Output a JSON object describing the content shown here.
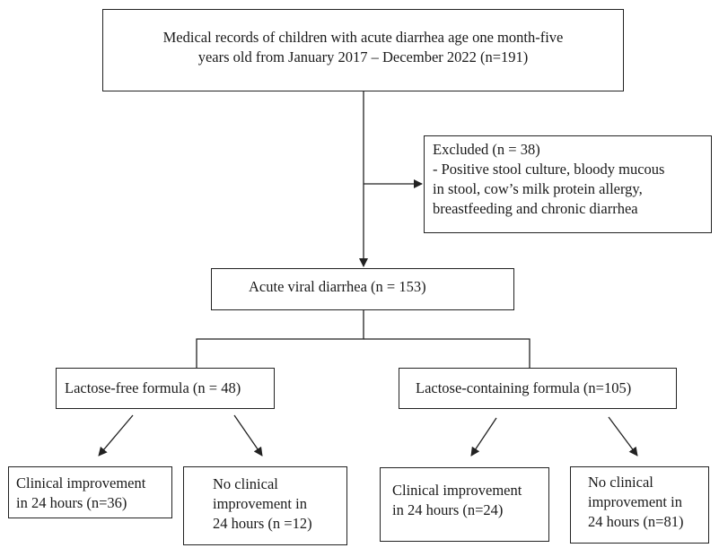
{
  "top_box": {
    "lines": [
      "Medical records of children with acute diarrhea age one month-five",
      "years old from January 2017 – December 2022 (n=191)"
    ]
  },
  "excluded_box": {
    "lines": [
      "Excluded (n = 38)",
      "- Positive stool culture, bloody mucous",
      "in stool, cow’s milk protein allergy,",
      "breastfeeding and chronic diarrhea"
    ]
  },
  "viral_box": {
    "label": "Acute viral diarrhea (n = 153)"
  },
  "lactose_free_box": {
    "label": "Lactose-free formula (n = 48)"
  },
  "lactose_containing_box": {
    "label": "Lactose-containing formula (n=105)"
  },
  "outcomes": {
    "lf_improvement": {
      "lines": [
        "Clinical improvement",
        "in 24 hours (n=36)"
      ]
    },
    "lf_no_improvement": {
      "lines": [
        "No clinical",
        "improvement in",
        "24 hours (n =12)"
      ]
    },
    "lc_improvement": {
      "lines": [
        "Clinical improvement",
        "in 24 hours (n=24)"
      ]
    },
    "lc_no_improvement": {
      "lines": [
        "No clinical",
        "improvement in",
        "24 hours (n=81)"
      ]
    }
  }
}
